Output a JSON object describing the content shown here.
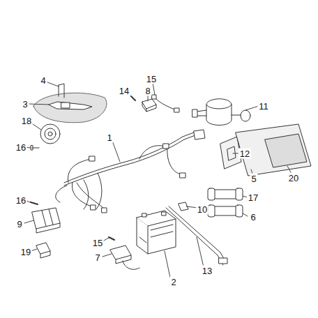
{
  "diagram": {
    "labels": [
      "4",
      "3",
      "15",
      "14",
      "8",
      "11",
      "18",
      "12",
      "1",
      "16",
      "5",
      "20",
      "17",
      "16",
      "10",
      "9",
      "6",
      "15",
      "19",
      "7",
      "2",
      "13"
    ]
  }
}
